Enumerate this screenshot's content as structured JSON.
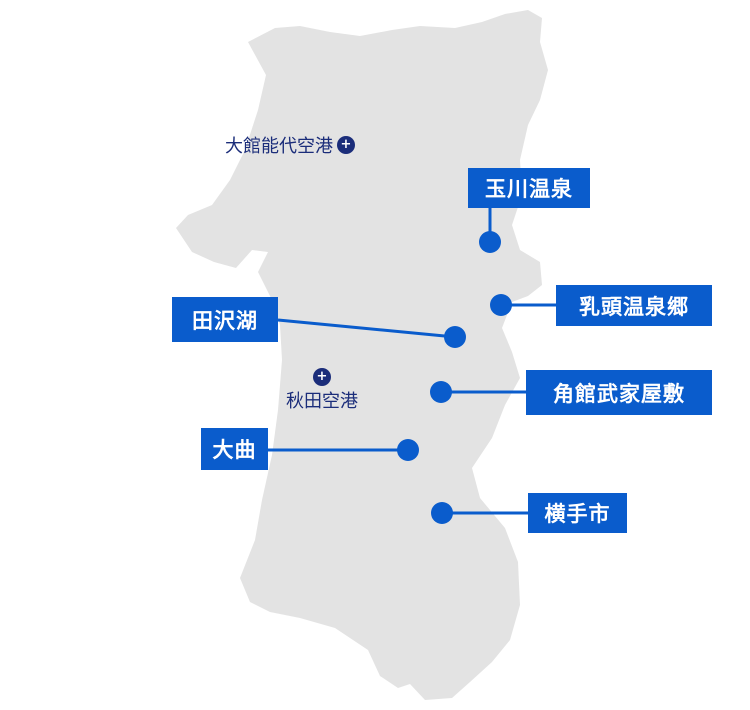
{
  "colors": {
    "land": "#e3e3e3",
    "accent": "#0a5ccc",
    "airport": "#1b2d7a"
  },
  "airports": [
    {
      "name": "大館能代空港",
      "icon": "airplane-icon"
    },
    {
      "name": "秋田空港",
      "icon": "airplane-icon"
    }
  ],
  "places": [
    {
      "id": "tamagawa",
      "label": "玉川温泉"
    },
    {
      "id": "nyuto",
      "label": "乳頭温泉郷"
    },
    {
      "id": "tazawako",
      "label": "田沢湖"
    },
    {
      "id": "kakunodate",
      "label": "角館武家屋敷"
    },
    {
      "id": "omagari",
      "label": "大曲"
    },
    {
      "id": "yokote",
      "label": "横手市"
    }
  ]
}
